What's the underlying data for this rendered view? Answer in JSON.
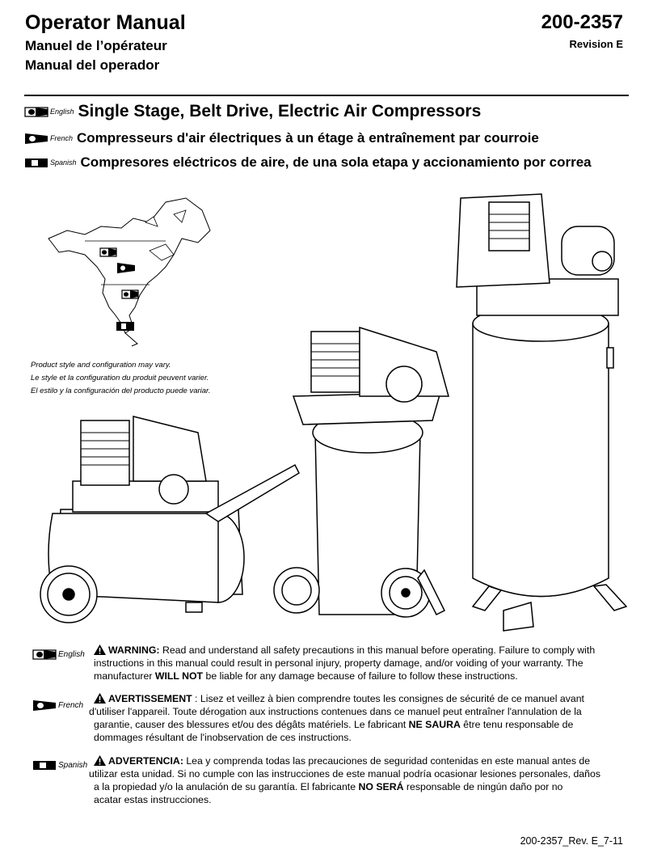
{
  "header": {
    "title_en": "Operator Manual",
    "title_fr": "Manuel de l’opérateur",
    "title_es": "Manual del operador",
    "doc_number": "200-2357",
    "revision": "Revision E"
  },
  "headings": [
    {
      "lang": "English",
      "text": "Single Stage, Belt Drive, Electric Air Compressors"
    },
    {
      "lang": "French",
      "text": "Compresseurs d'air électriques à un étage à entraînement par courroie"
    },
    {
      "lang": "Spanish",
      "text": "Compresores eléctricos de aire, de una sola etapa y accionamiento por correa"
    }
  ],
  "product_note": {
    "en": "Product style and configuration may vary.",
    "fr": "Le style et la configuration du produit peuvent varier.",
    "es": "El estilo y la configuración del producto puede variar."
  },
  "warnings": {
    "english": {
      "lang": "English",
      "label": "WARNING:",
      "l1": " Read and understand all safety precautions in this manual before operating. Failure to comply with",
      "l2": "instructions in this manual could result in personal injury, property damage, and/or voiding of your warranty. The",
      "l3a": "manufacturer ",
      "l3b": "WILL NOT",
      "l3c": " be liable for any damage because of failure to follow these instructions."
    },
    "french": {
      "lang": "French",
      "label": "AVERTISSEMENT",
      "l1": " : Lisez et veillez à bien comprendre toutes les consignes de sécurité de ce manuel avant",
      "l2": "d'utiliser l'appareil. Toute dérogation aux instructions contenues dans ce manuel peut entraîner l'annulation de la",
      "l3a": "garantie, causer des blessures et/ou des dégâts matériels. Le fabricant ",
      "l3b": "NE SAURA",
      "l3c": " être tenu responsable de",
      "l4": "dommages résultant de l'inobservation de ces instructions."
    },
    "spanish": {
      "lang": "Spanish",
      "label": "ADVERTENCIA:",
      "l1": " Lea y comprenda todas las precauciones de seguridad contenidas en este manual antes de",
      "l2": "utilizar esta unidad. Si no cumple con las instrucciones de este manual podría ocasionar lesiones personales,  daños",
      "l3a": "a la propiedad y/o la anulación de su garantía. El fabricante ",
      "l3b": "NO SERÁ",
      "l3c": " responsable de ningún daño por no",
      "l4": "acatar estas instrucciones."
    }
  },
  "footer": "200-2357_Rev. E_7-11",
  "icons": {
    "flag_english": "language-flag-english-icon",
    "flag_french": "language-flag-french-icon",
    "flag_spanish": "language-flag-spanish-icon",
    "warning": "warning-triangle-icon",
    "map": "north-america-map",
    "compressors": "air-compressor-illustrations"
  }
}
